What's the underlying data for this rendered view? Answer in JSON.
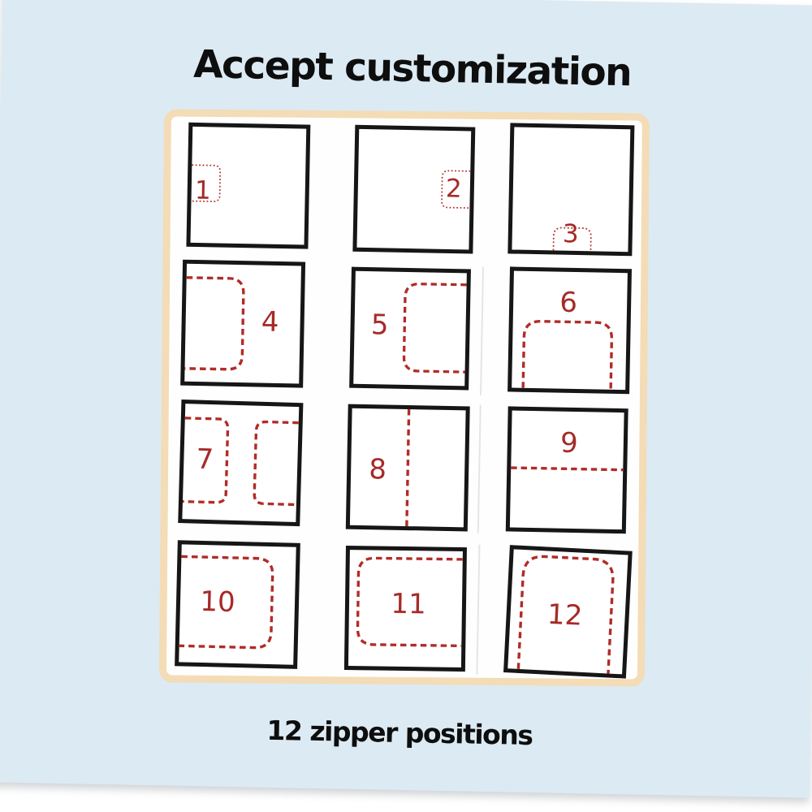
{
  "title": "Accept customization",
  "footer": "12 zipper positions",
  "colors": {
    "page_background": "#ffffff",
    "card_background": "#dceaf3",
    "panel_border": "#f3dcb6",
    "panel_background": "#fefefe",
    "square_border": "#161616",
    "zipper_red": "#b02c28",
    "number_red": "#a62a28",
    "text_black": "#0e0e0e"
  },
  "panel": {
    "cells": [
      {
        "number": "1",
        "zipper_position": "small-pocket-left-edge-middle"
      },
      {
        "number": "2",
        "zipper_position": "small-pocket-right-edge-middle"
      },
      {
        "number": "3",
        "zipper_position": "small-pocket-bottom-edge-center"
      },
      {
        "number": "4",
        "zipper_position": "large-flap-left-edge"
      },
      {
        "number": "5",
        "zipper_position": "large-flap-right-edge"
      },
      {
        "number": "6",
        "zipper_position": "large-flap-bottom-edge"
      },
      {
        "number": "7",
        "zipper_position": "two-flaps-left-and-right"
      },
      {
        "number": "8",
        "zipper_position": "vertical-center-line"
      },
      {
        "number": "9",
        "zipper_position": "horizontal-middle-line"
      },
      {
        "number": "10",
        "zipper_position": "full-flap-left-edge"
      },
      {
        "number": "11",
        "zipper_position": "full-flap-right-edge"
      },
      {
        "number": "12",
        "zipper_position": "full-flap-bottom-edge"
      }
    ]
  }
}
